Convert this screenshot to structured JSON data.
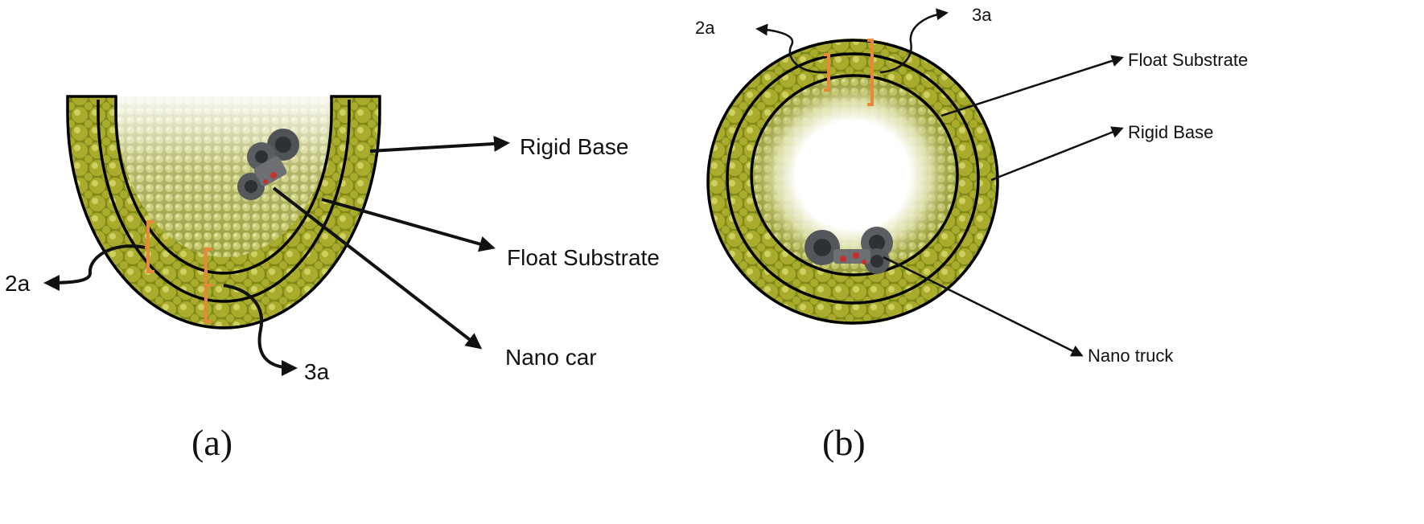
{
  "panel_a": {
    "labels": {
      "rigid_base": "Rigid Base",
      "float_substrate": "Float Substrate",
      "nano_car": "Nano car",
      "two_a": "2a",
      "three_a": "3a"
    },
    "caption": "(a)"
  },
  "panel_b": {
    "labels": {
      "float_substrate": "Float Substrate",
      "rigid_base": "Rigid Base",
      "nano_truck": "Nano truck",
      "two_a": "2a",
      "three_a": "3a"
    },
    "caption": "(b)"
  },
  "colors": {
    "substrate_sphere": "#a2a326",
    "substrate_dark": "#5d6410",
    "substrate_light": "#d9dc6a",
    "bracket": "#e8893a",
    "vehicle": "#55585c"
  }
}
